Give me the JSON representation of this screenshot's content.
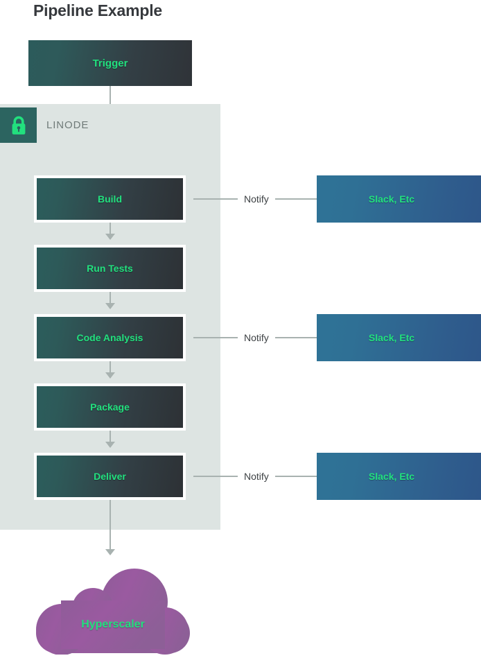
{
  "page": {
    "title": "Pipeline Example",
    "background": "#ffffff"
  },
  "colors": {
    "accent_green": "#22e07e",
    "zone_bg": "#dde4e2",
    "badge_bg": "#2c6460",
    "connector": "#a8b2b0",
    "title_text": "#36393d",
    "zone_label_text": "#6f7a78",
    "notify_text": "#3c4043",
    "stage_gradient_from": "#2c5d5c",
    "stage_gradient_to": "#2d3135",
    "sink_gradient_from": "#2f7396",
    "sink_gradient_to": "#2d5589",
    "cloud_from": "#9a5aa0",
    "cloud_to": "#8d5f97"
  },
  "trigger": {
    "label": "Trigger"
  },
  "zone": {
    "label": "LINODE",
    "icon": "lock-icon"
  },
  "pipeline": {
    "stages": [
      {
        "label": "Build"
      },
      {
        "label": "Run Tests"
      },
      {
        "label": "Code Analysis"
      },
      {
        "label": "Package"
      },
      {
        "label": "Deliver"
      }
    ]
  },
  "notifications": [
    {
      "edge_label": "Notify",
      "target": "Slack, Etc",
      "from_stage": "Build"
    },
    {
      "edge_label": "Notify",
      "target": "Slack, Etc",
      "from_stage": "Code Analysis"
    },
    {
      "edge_label": "Notify",
      "target": "Slack, Etc",
      "from_stage": "Deliver"
    }
  ],
  "cloud": {
    "label": "Hyperscaler",
    "icon": "cloud-shape"
  }
}
